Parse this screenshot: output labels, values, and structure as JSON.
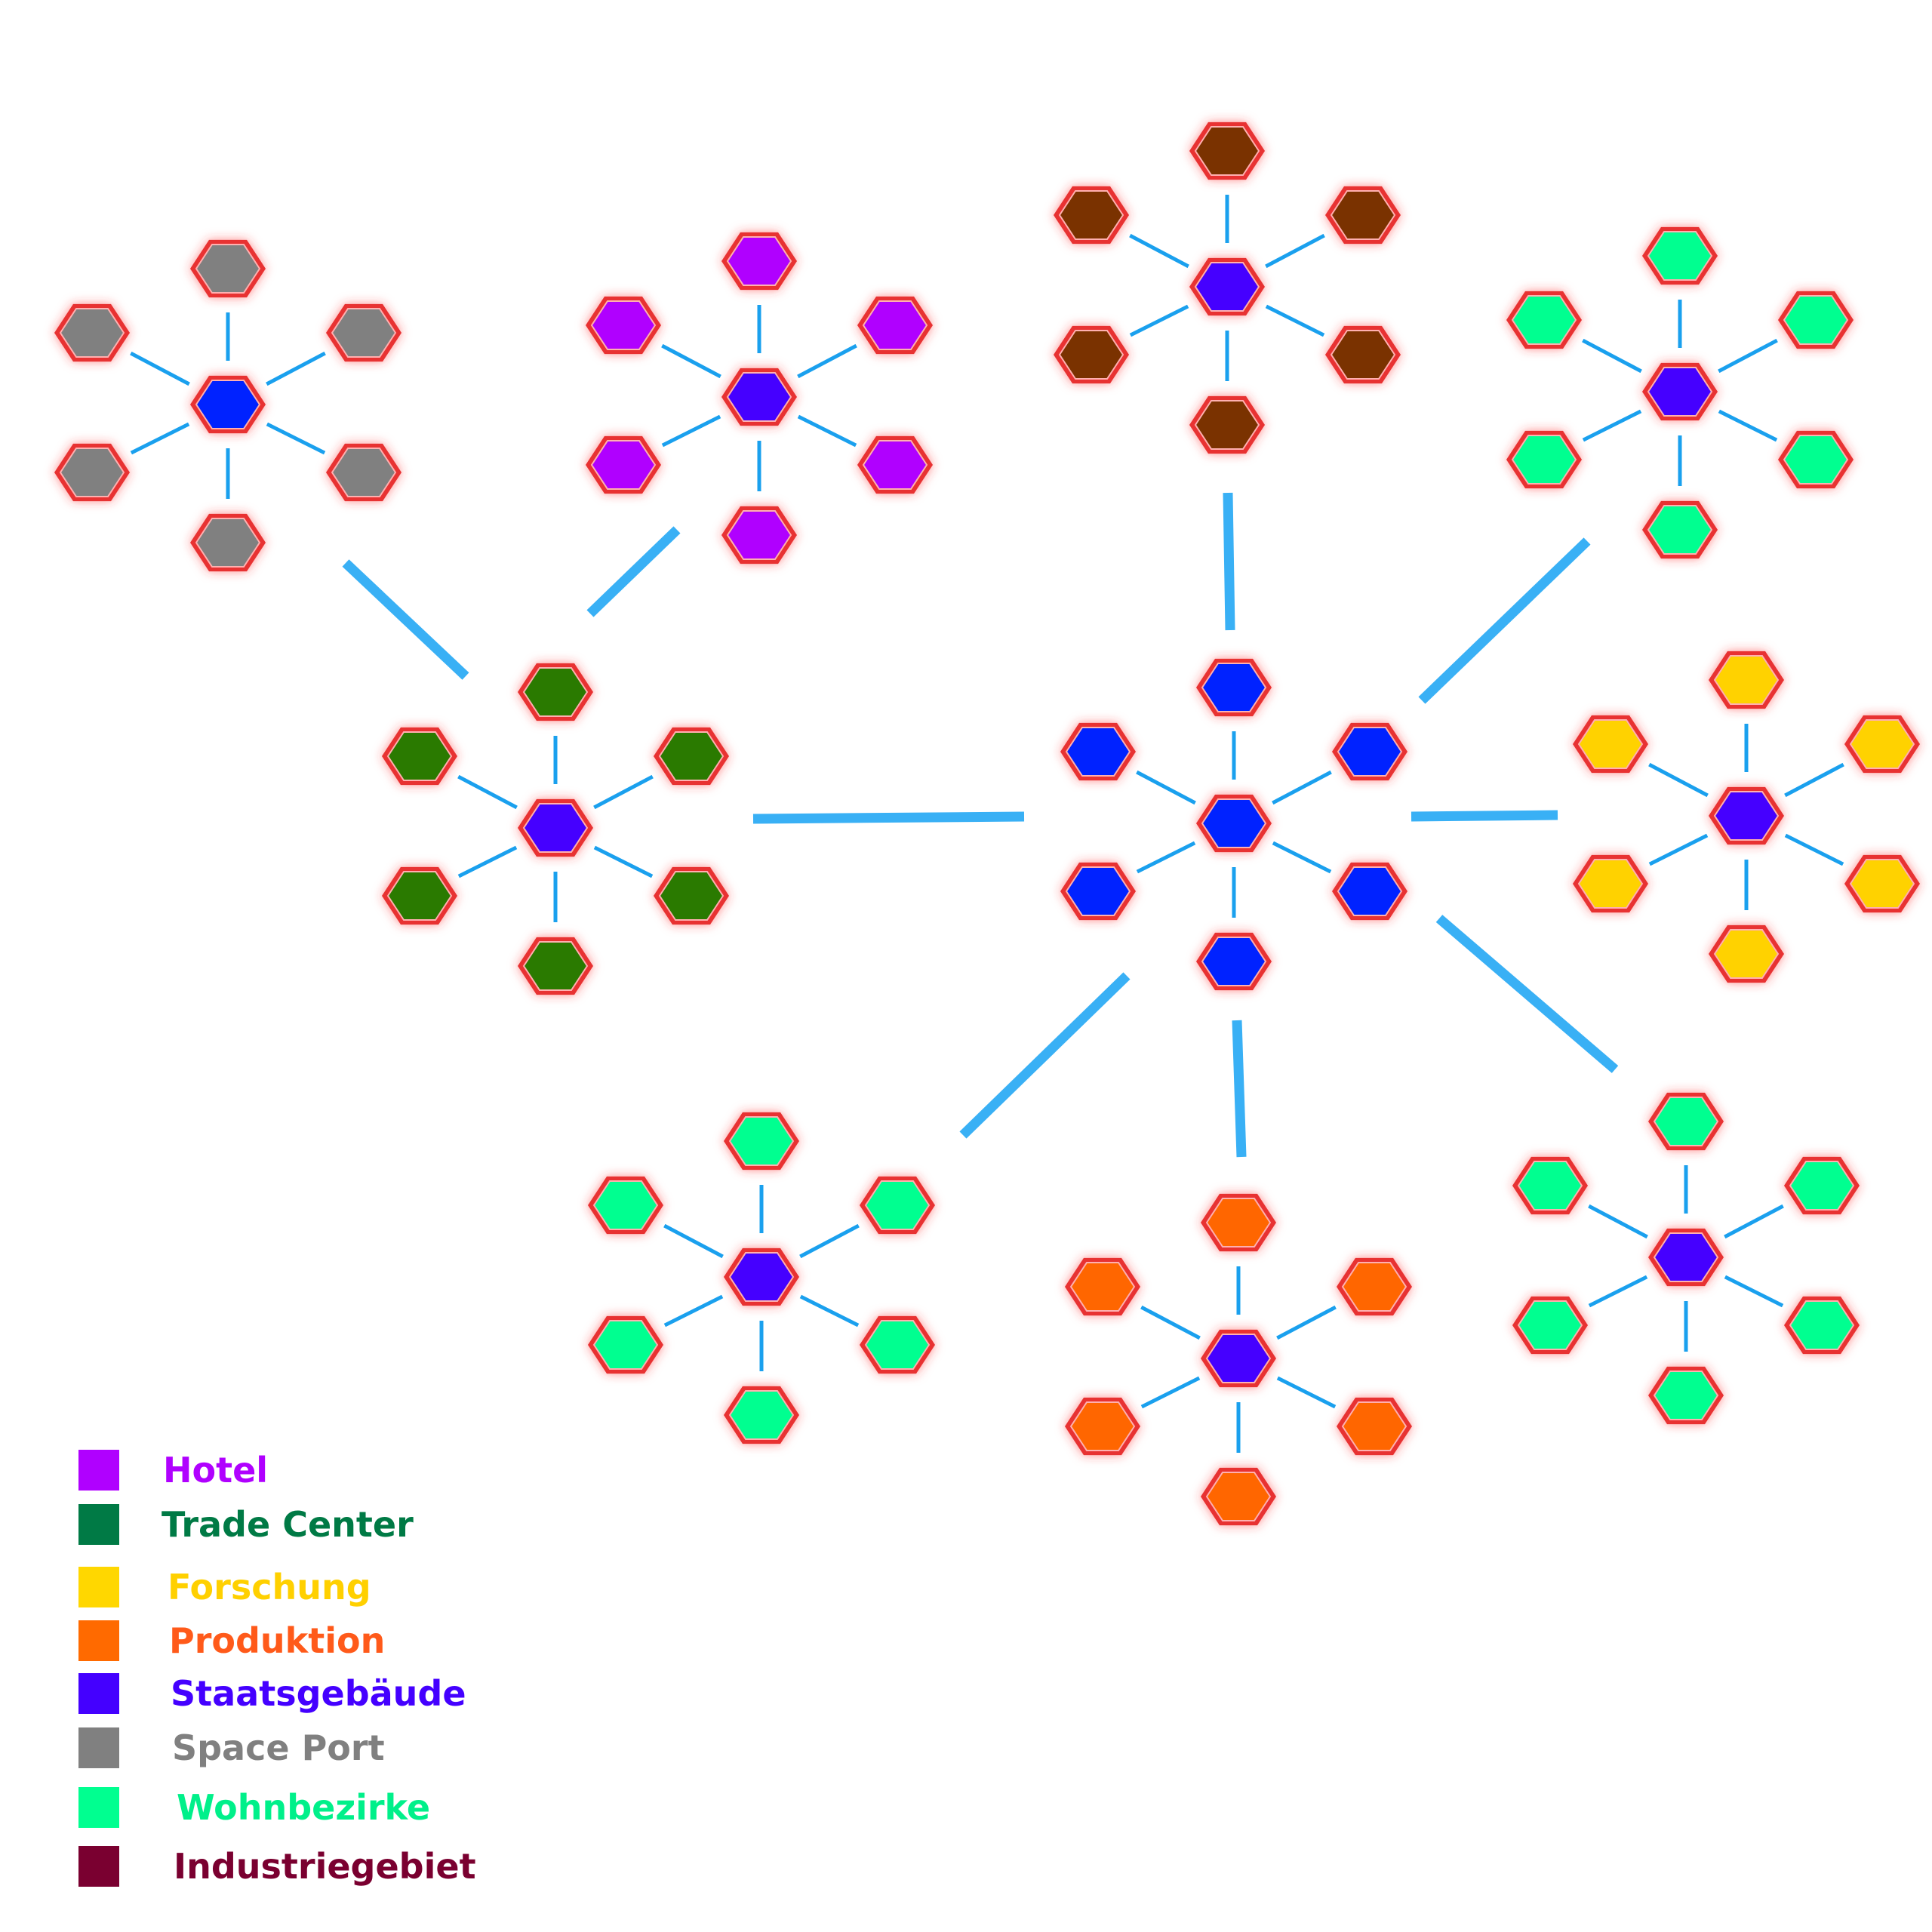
{
  "colors": {
    "hotel": "#b000ff",
    "trade_center": "#2a7a00",
    "forschung": "#ffd200",
    "produktion": "#ff6600",
    "staatsgebaeude": "#4400ff",
    "space_port": "#808080",
    "wohnbezirke": "#00ff90",
    "industriegebiet": "#7a3000",
    "central": "#0022ff",
    "link": "#39b0f5",
    "spoke": "#1aa0ee",
    "hex_border": "#e83030"
  },
  "legend": {
    "items": [
      {
        "label": "Hotel",
        "swatch": "#b000ff",
        "text_color": "#b000ff"
      },
      {
        "label": "Trade Center",
        "swatch": "#007a45",
        "text_color": "#007a45"
      },
      {
        "label": "Forschung",
        "swatch": "#ffd700",
        "text_color": "#ffd000"
      },
      {
        "label": "Produktion",
        "swatch": "#ff6a00",
        "text_color": "#ff5a1a"
      },
      {
        "label": "Staatsgebäude",
        "swatch": "#4400ff",
        "text_color": "#4400ff"
      },
      {
        "label": "Space Port",
        "swatch": "#808080",
        "text_color": "#808080"
      },
      {
        "label": "Wohnbezirke",
        "swatch": "#00ff90",
        "text_color": "#00f08a"
      },
      {
        "label": "Industriegebiet",
        "swatch": "#7a0030",
        "text_color": "#7a0030"
      }
    ]
  },
  "clusters": [
    {
      "name": "space-port-cluster",
      "center_type": "central_blue",
      "satellite_type": "space_port",
      "satellites": 6
    },
    {
      "name": "hotel-cluster",
      "center_type": "staatsgebaeude",
      "satellite_type": "hotel",
      "satellites": 6
    },
    {
      "name": "industrie-cluster",
      "center_type": "staatsgebaeude",
      "satellite_type": "industriegebiet",
      "satellites": 6
    },
    {
      "name": "wohn-cluster-top-right",
      "center_type": "staatsgebaeude",
      "satellite_type": "wohnbezirke",
      "satellites": 6
    },
    {
      "name": "trade-center-cluster",
      "center_type": "staatsgebaeude",
      "satellite_type": "trade_center",
      "satellites": 6
    },
    {
      "name": "central-hub-cluster",
      "center_type": "central_blue",
      "satellite_type": "central_blue",
      "satellites": 6
    },
    {
      "name": "forschung-cluster",
      "center_type": "staatsgebaeude",
      "satellite_type": "forschung",
      "satellites": 6
    },
    {
      "name": "wohn-cluster-bottom-left",
      "center_type": "staatsgebaeude",
      "satellite_type": "wohnbezirke",
      "satellites": 6
    },
    {
      "name": "produktion-cluster",
      "center_type": "staatsgebaeude",
      "satellite_type": "produktion",
      "satellites": 6
    },
    {
      "name": "wohn-cluster-bottom-right",
      "center_type": "staatsgebaeude",
      "satellite_type": "wohnbezirke",
      "satellites": 6
    }
  ]
}
